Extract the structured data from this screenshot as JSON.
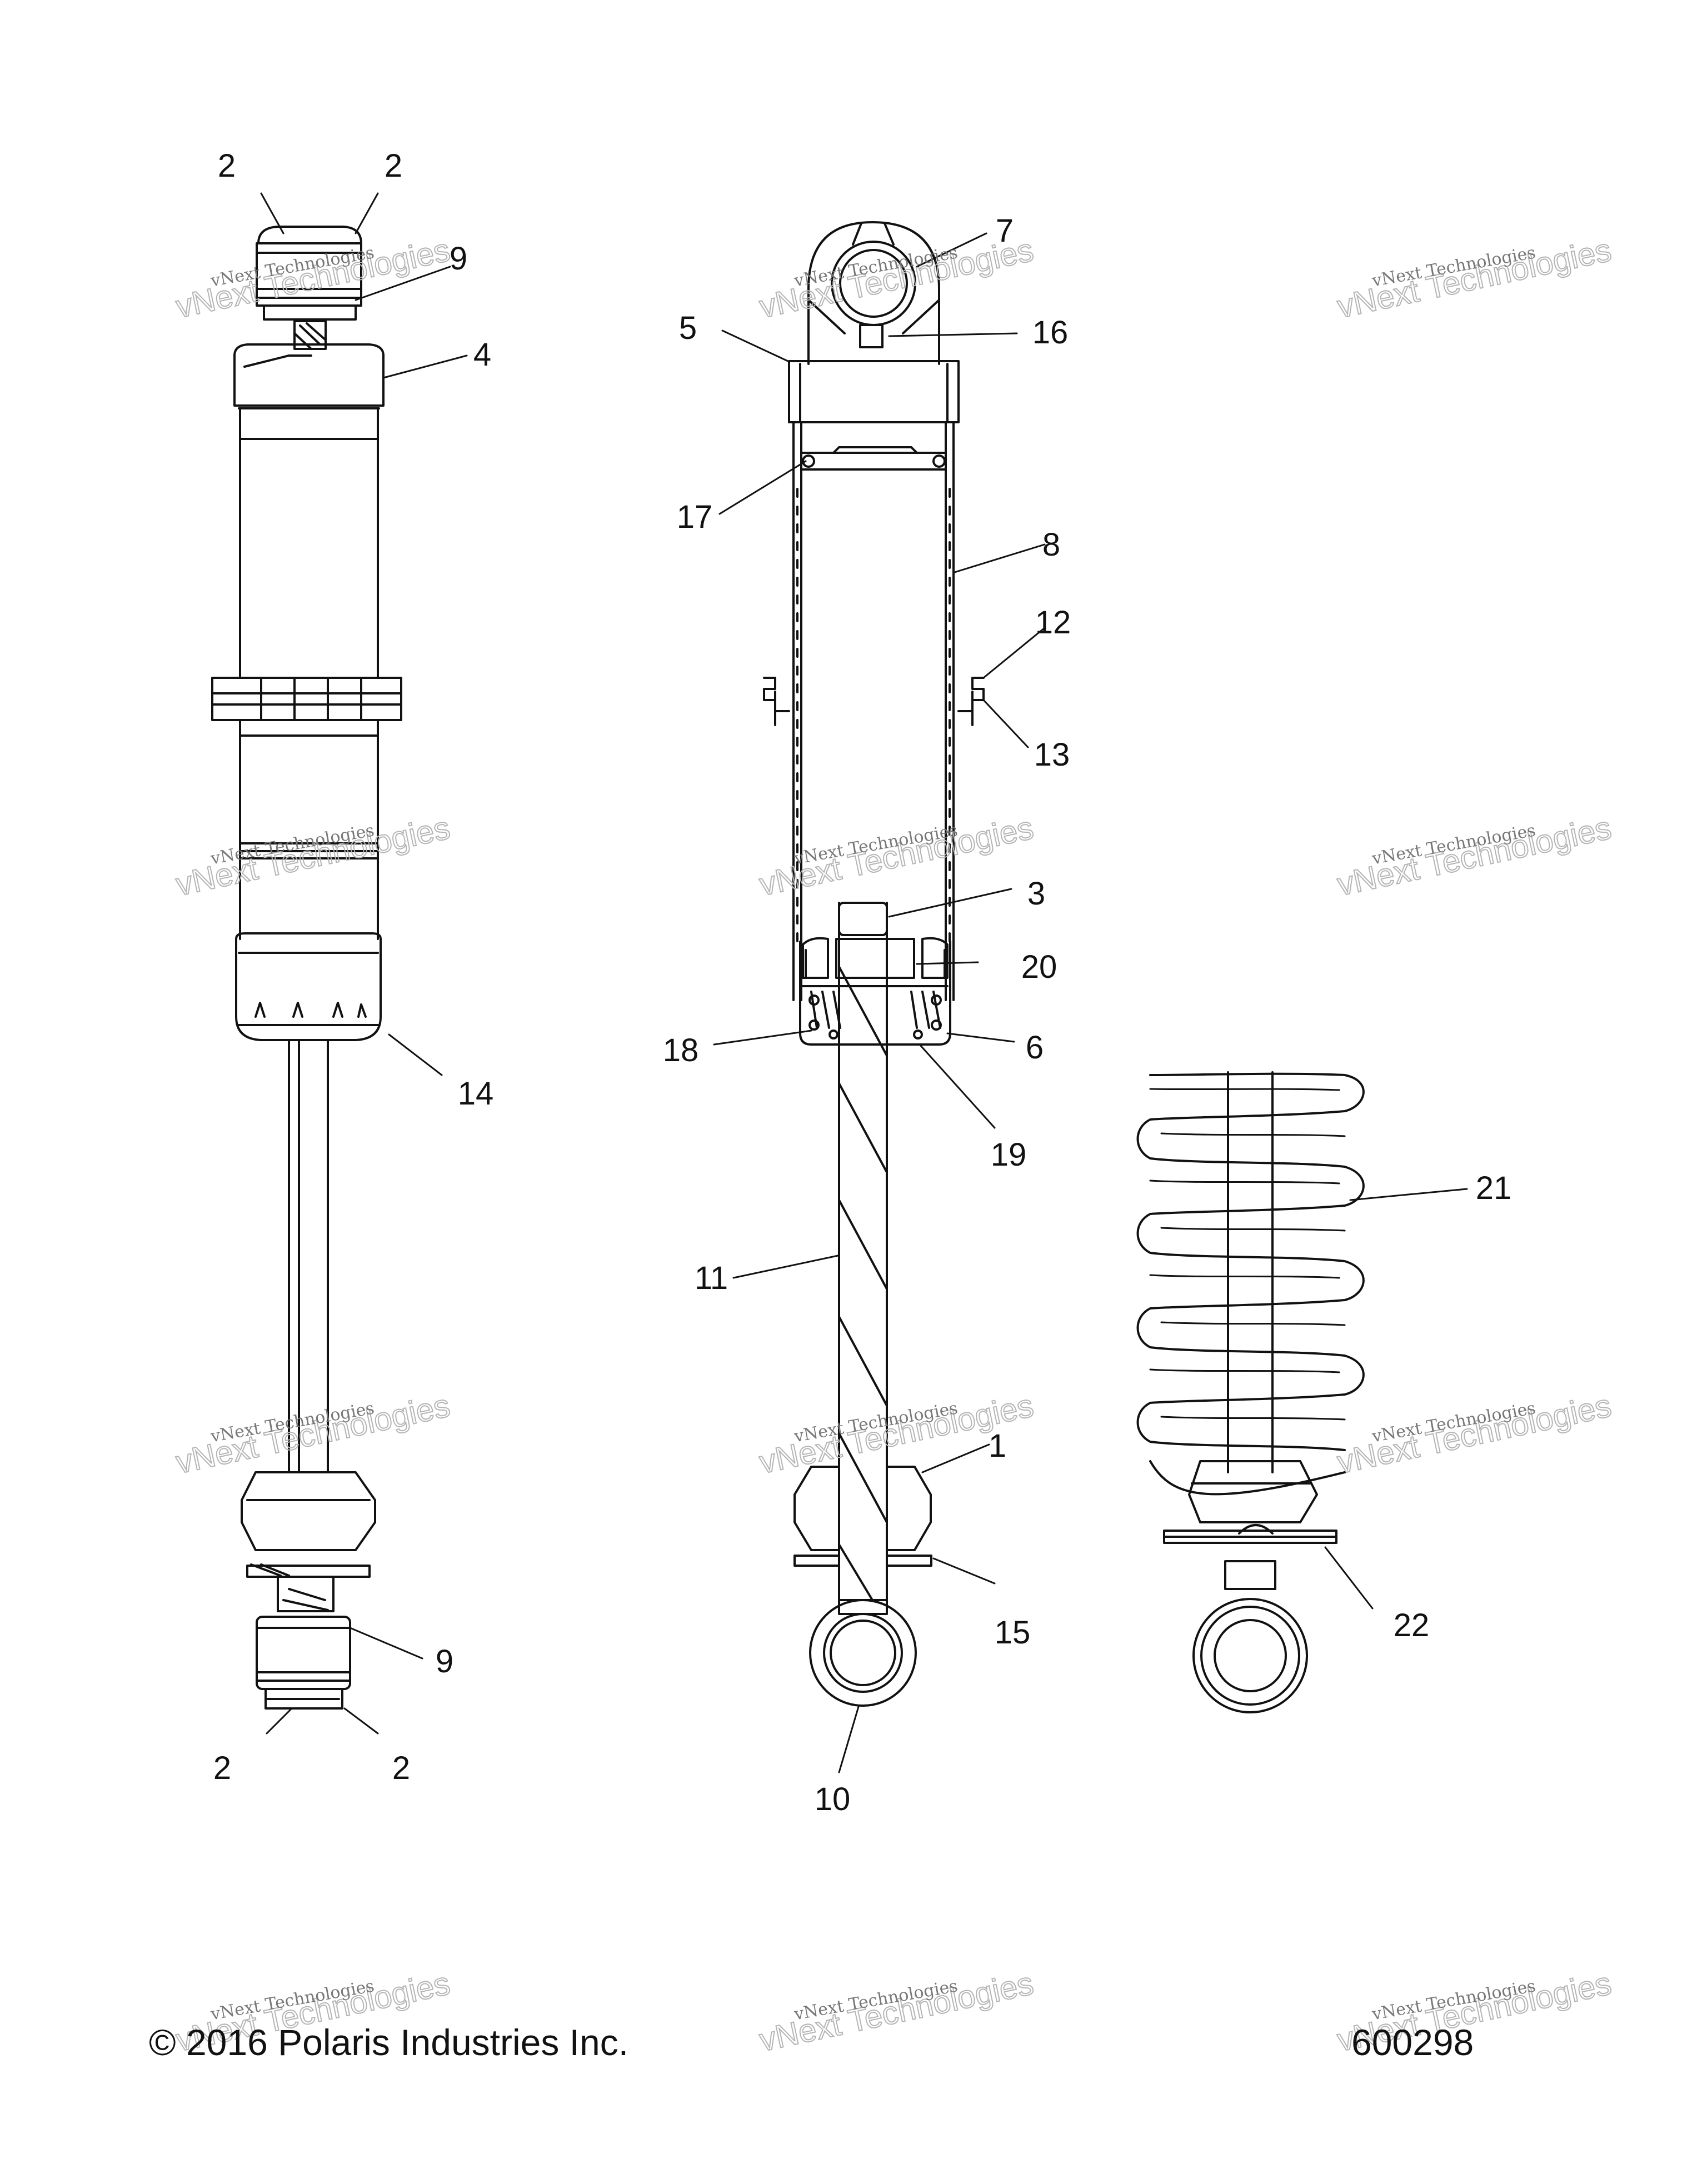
{
  "callouts": {
    "c1": "1",
    "c2": "2",
    "c3": "3",
    "c4": "4",
    "c5": "5",
    "c6": "6",
    "c7": "7",
    "c8": "8",
    "c9": "9",
    "c10": "10",
    "c11": "11",
    "c12": "12",
    "c13": "13",
    "c14": "14",
    "c15": "15",
    "c16": "16",
    "c17": "17",
    "c18": "18",
    "c19": "19",
    "c20": "20",
    "c21": "21",
    "c22": "22"
  },
  "watermark": {
    "line1": "vNext Technologies",
    "line2": "vNext Technologies"
  },
  "footer": {
    "copyright": "© 2016 Polaris Industries Inc.",
    "drawing_number": "600298"
  }
}
